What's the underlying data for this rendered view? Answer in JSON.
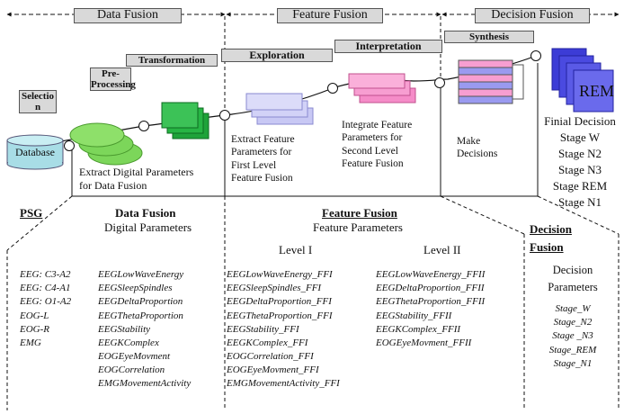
{
  "header": {
    "data_fusion": "Data Fusion",
    "feature_fusion": "Feature Fusion",
    "decision_fusion": "Decision Fusion"
  },
  "steps": {
    "selection": "Selectio n",
    "preprocessing": "Pre-\nProcessing",
    "transformation": "Transformation",
    "exploration": "Exploration",
    "interpretation": "Interpretation",
    "synthesis": "Synthesis"
  },
  "nodes": {
    "database": "Database",
    "rem": "REM"
  },
  "descriptions": {
    "extract_digital": "Extract Digital Parameters\nfor Data Fusion",
    "extract_feature": "Extract Feature\nParameters for\nFirst Level\nFeature Fusion",
    "integrate_feature": "Integrate Feature\nParameters for\nSecond Level\nFeature Fusion",
    "make_decisions": "Make\nDecisions",
    "final_decision": "Finial Decision\nStage W\nStage N2\nStage N3\nStage REM\nStage N1"
  },
  "tables": {
    "psg": {
      "title": "PSG",
      "items": [
        "EEG: C3-A2",
        "EEG: C4-A1",
        "EEG: O1-A2",
        "EOG-L",
        "EOG-R",
        "EMG"
      ]
    },
    "data_fusion": {
      "title": "Data Fusion",
      "subtitle": "Digital Parameters",
      "items": [
        "EEGLowWaveEnergy",
        "EEGSleepSpindles",
        "EEGDeltaProportion",
        "EEGThetaProportion",
        "EEGStability",
        "EEGKComplex",
        "EOGEyeMovment",
        "EOGCorrelation",
        "EMGMovementActivity"
      ]
    },
    "feature_fusion": {
      "title": "Feature Fusion",
      "subtitle": "Feature Parameters",
      "level1_label": "Level I",
      "level2_label": "Level II",
      "level1_items": [
        "EEGLowWaveEnergy_FFI",
        "EEGSleepSpindles_FFI",
        "EEGDeltaProportion_FFI",
        "EEGThetaProportion_FFI",
        "EEGStability_FFI",
        "EEGKComplex_FFI",
        "EOGCorrelation_FFI",
        "EOGEyeMovment_FFI",
        "EMGMovementActivity_FFI"
      ],
      "level2_items": [
        "EEGLowWaveEnergy_FFII",
        "EEGDeltaProportion_FFII",
        "EEGThetaProportion_FFII",
        "EEGStability_FFII",
        "EEGKComplex_FFII",
        "EOGEyeMovment_FFII"
      ]
    },
    "decision_fusion": {
      "title": "Decision\nFusion",
      "subtitle": "Decision\nParameters",
      "items": [
        "Stage_W",
        "Stage_N2",
        "Stage _N3",
        "Stage_REM",
        "Stage_N1"
      ]
    }
  },
  "colors": {
    "database": "#a8dde6",
    "green_discs": "#7cd65a",
    "green_pages": "#1fa33a",
    "lavender_pages": "#c8c8f4",
    "pink_pages": "#f58cc8",
    "blue_stack": "#4a4ae0",
    "label_box": "#d9d9d9"
  }
}
